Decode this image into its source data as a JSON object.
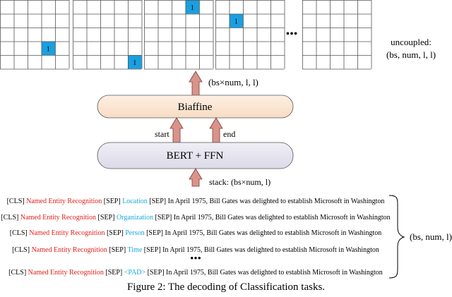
{
  "grids": [
    {
      "cells": [
        {
          "row": 3,
          "col": 3,
          "label": "1"
        }
      ]
    },
    {
      "cells": [
        {
          "row": 4,
          "col": 4,
          "label": "1"
        }
      ]
    },
    {
      "cells": [
        {
          "row": 0,
          "col": 3,
          "label": "1"
        }
      ]
    },
    {
      "cells": [
        {
          "row": 1,
          "col": 1,
          "label": "1"
        }
      ]
    },
    {
      "cells": []
    }
  ],
  "ellipsis_grids": "•••",
  "uncoupled_label_1": "uncoupled:",
  "uncoupled_label_2": "(bs, num, l, l)",
  "biaffine_output": "(bs×num, l, l)",
  "biaffine_label": "Biaffine",
  "start_label": "start",
  "end_label": "end",
  "bert_label": "BERT + FFN",
  "stack_label": "stack: (bs×num, l)",
  "sentences": [
    {
      "cls": "[CLS]",
      "task": "Named Entity Recognition",
      "sep1": "[SEP]",
      "entity": "Location",
      "rest": "[SEP] In April 1975, Bill Gates was delighted to establish Microsoft in Washington"
    },
    {
      "cls": "[CLS]",
      "task": "Named Entity Recognition",
      "sep1": "[SEP]",
      "entity": "Organization",
      "rest": "[SEP] In April 1975, Bill Gates was delighted to establish Microsoft in Washington"
    },
    {
      "cls": "[CLS]",
      "task": "Named Entity Recognition",
      "sep1": "[SEP]",
      "entity": "Person",
      "rest": "[SEP] In April 1975, Bill Gates was delighted to establish Microsoft in Washington"
    },
    {
      "cls": "[CLS]",
      "task": "Named Entity Recognition",
      "sep1": "[SEP]",
      "entity": "Time",
      "rest": "[SEP] In April 1975, Bill Gates was delighted to establish Microsoft in Washington"
    },
    {
      "cls": "[CLS]",
      "task": "Named Entity Recognition",
      "sep1": "[SEP]",
      "entity": "<PAD>",
      "rest": "[SEP] In April 1975, Bill Gates was delighted to establish Microsoft in Washington"
    }
  ],
  "ellipsis_sentences": "•••",
  "brace_label": "(bs, num, l)",
  "caption": "Figure 2: The decoding of Classification tasks.",
  "colors": {
    "task": "#e0201a",
    "entity": "#1aa7d9",
    "cell_fill": "#1a9fe0",
    "biaffine_fill": "#fbe6d4",
    "bert_fill": "#e4e2ee",
    "arrow_fill": "#d9938a"
  }
}
